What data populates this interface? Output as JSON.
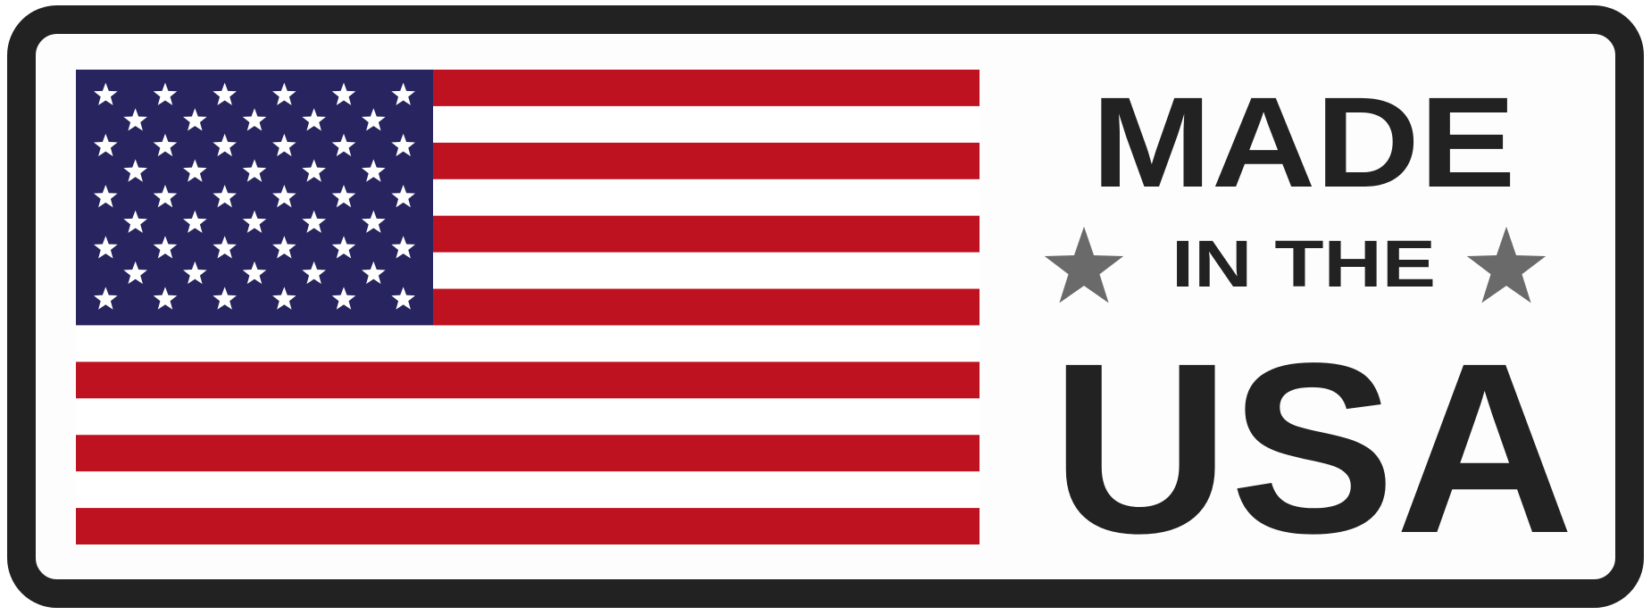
{
  "badge": {
    "border_color": "#222222",
    "background_color": "#fdfdfd",
    "text_color": "#222222",
    "line1": "MADE",
    "line2": "IN THE",
    "line3": "USA",
    "decoration": {
      "icon": "star-icon",
      "color": "#6a6a6a",
      "count": 2
    }
  },
  "flag": {
    "stripe_red": "#bf1220",
    "stripe_white": "#ffffff",
    "canton_blue": "#27245f",
    "star_color": "#ffffff",
    "stripe_count": 13,
    "star_rows": [
      6,
      5,
      6,
      5,
      6,
      5,
      6,
      5,
      6
    ],
    "star_total": 50
  }
}
